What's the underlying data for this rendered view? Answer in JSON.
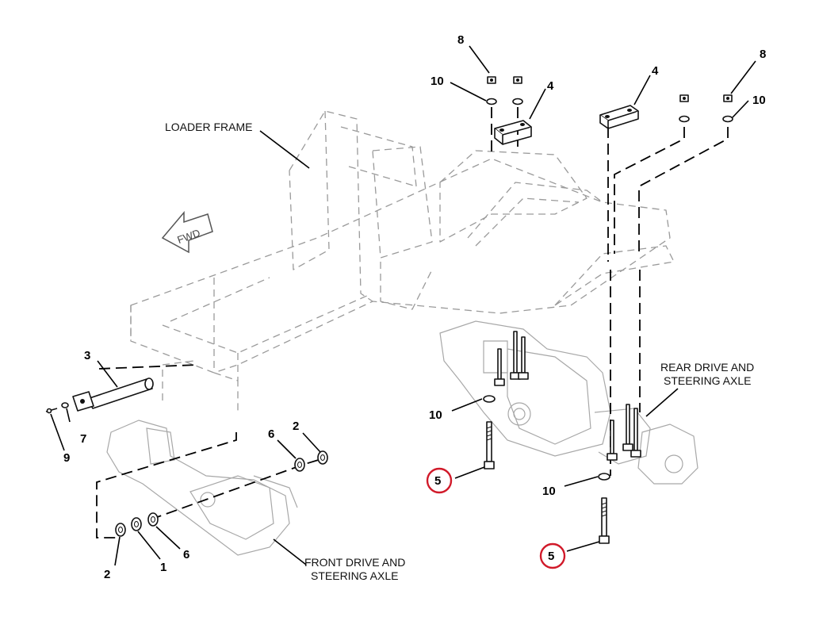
{
  "labels": {
    "loader_frame": "LOADER FRAME",
    "fwd": "FWD",
    "rear_axle_line1": "REAR DRIVE AND",
    "rear_axle_line2": "STEERING AXLE",
    "front_axle_line1": "FRONT DRIVE AND",
    "front_axle_line2": "STEERING AXLE"
  },
  "callouts": {
    "c8_left": "8",
    "c10_left_top": "10",
    "c4_left": "4",
    "c4_right": "4",
    "c8_right": "8",
    "c10_right_top": "10",
    "c3": "3",
    "c7": "7",
    "c9": "9",
    "c6_top": "6",
    "c2_top": "2",
    "c10_mid": "10",
    "c5_left": "5",
    "c10_right_bottom": "10",
    "c5_right": "5",
    "c2_bottom": "2",
    "c1": "1",
    "c6_bottom": "6"
  },
  "colors": {
    "highlight": "#d11a2a",
    "ghost": "#9a9a9a",
    "ink": "#111111"
  }
}
